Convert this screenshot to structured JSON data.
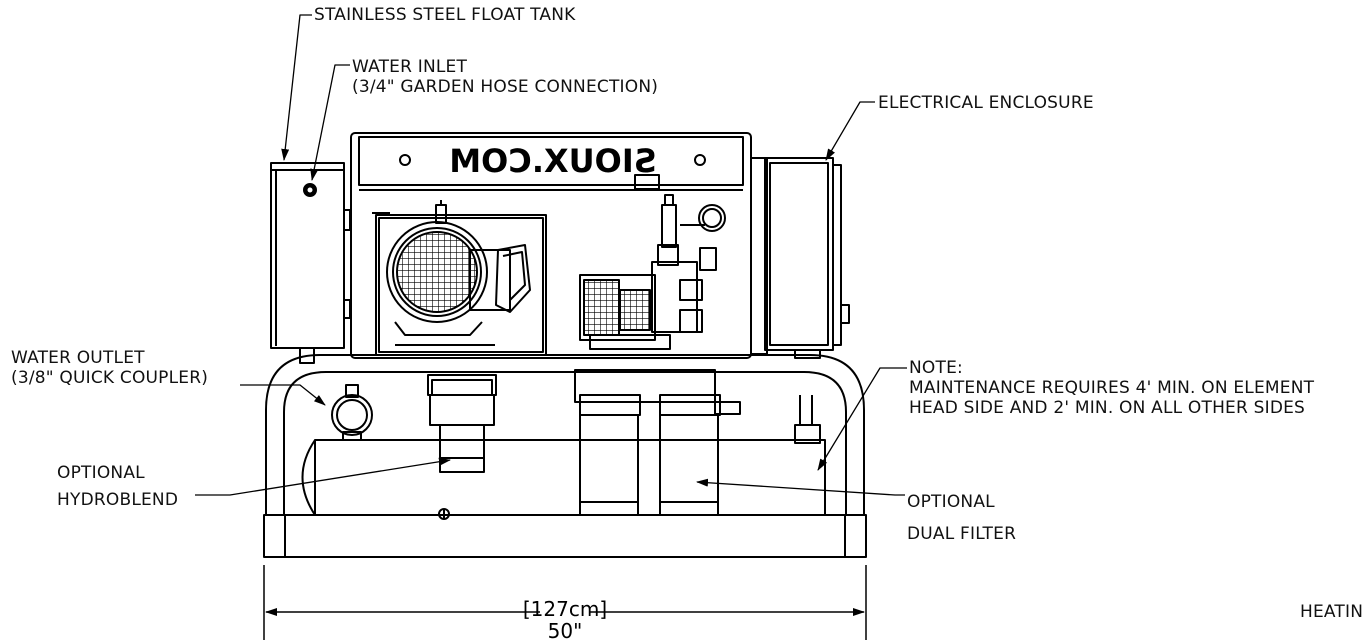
{
  "callouts": {
    "float_tank": "STAINLESS STEEL FLOAT TANK",
    "water_inlet_line1": "WATER INLET",
    "water_inlet_line2": "(3/4\" GARDEN HOSE CONNECTION)",
    "electrical_enclosure": "ELECTRICAL ENCLOSURE",
    "water_outlet_line1": "WATER OUTLET",
    "water_outlet_line2": "(3/8\" QUICK COUPLER)",
    "note_title": "NOTE:",
    "note_line1": "MAINTENANCE REQUIRES 4' MIN. ON ELEMENT",
    "note_line2": "HEAD SIDE AND 2' MIN. ON ALL OTHER SIDES",
    "hydroblend_line1": "OPTIONAL",
    "hydroblend_line2": "HYDROBLEND",
    "dual_filter_line1": "OPTIONAL",
    "dual_filter_line2": "DUAL FILTER",
    "heating_cut": "HEATIN"
  },
  "dimension": {
    "metric": "[127cm]",
    "imperial": "50\""
  },
  "logo_text": "SIOUX.COM"
}
